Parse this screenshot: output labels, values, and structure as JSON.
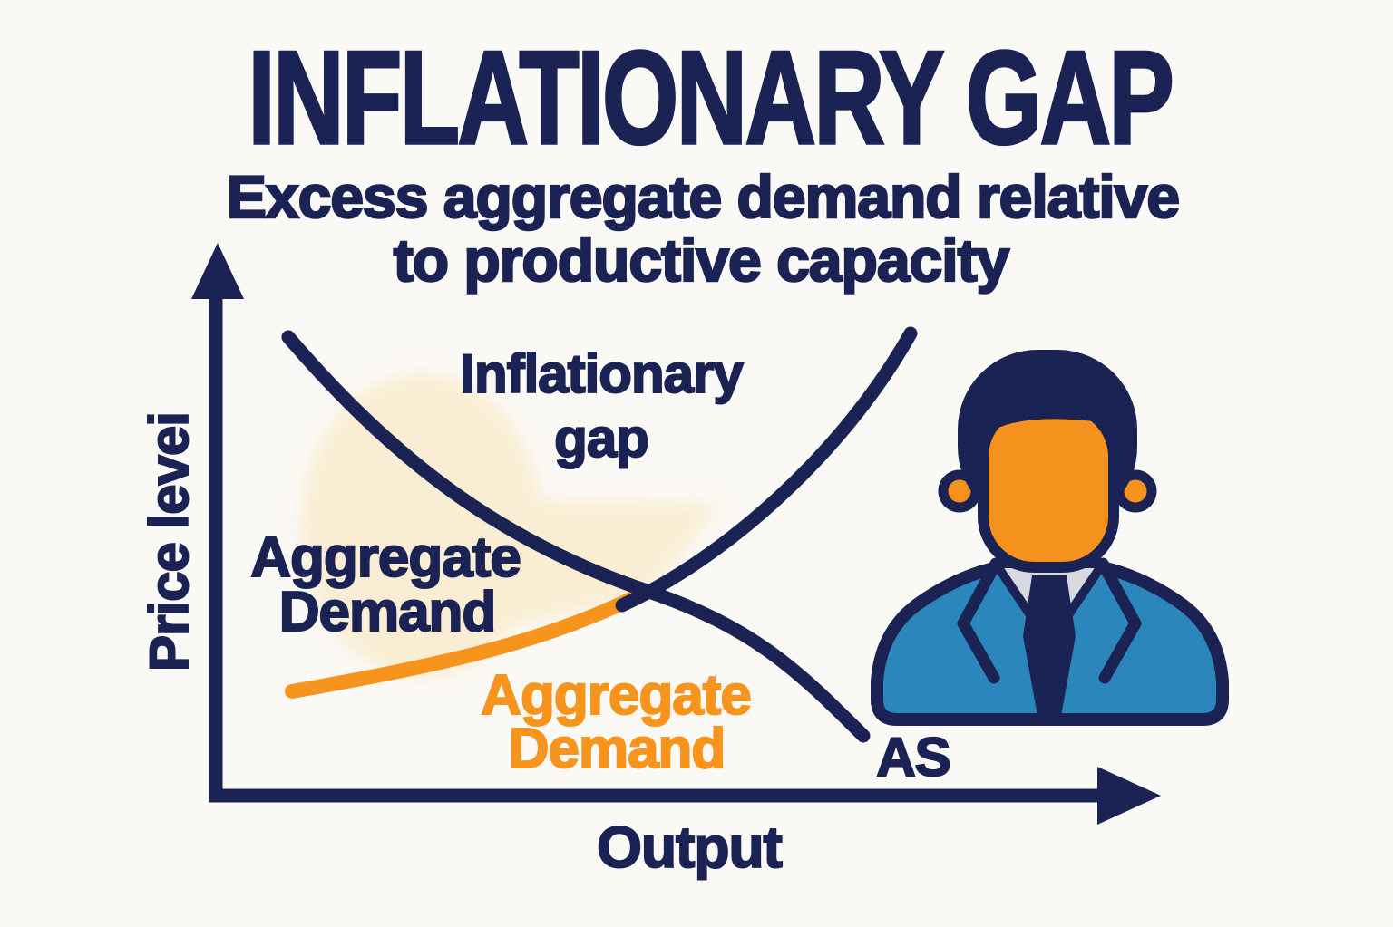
{
  "colors": {
    "background": "#fbf9f5",
    "navy": "#1b2355",
    "orange": "#f7941d",
    "cream": "#f9edd1",
    "suit_blue": "#2b86bb",
    "face_orange": "#f5911d",
    "shirt_gray": "#d8dadf"
  },
  "header": {
    "title": "INFLATIONARY GAP",
    "subtitle_line1": "Excess aggregate demand relative",
    "subtitle_line2": "to productive capacity"
  },
  "diagram": {
    "y_axis_label": "Price levei",
    "x_axis_label": "Output",
    "curve_labels": {
      "inflationary_gap_line1": "Inflationary",
      "inflationary_gap_line2": "gap",
      "aggregate_demand_navy_line1": "Aggregate",
      "aggregate_demand_navy_line2": "Demand",
      "aggregate_demand_orange_line1": "Aggregate",
      "aggregate_demand_orange_line2": "Demand",
      "as_label": "AS"
    },
    "icon": "businessman-icon"
  }
}
